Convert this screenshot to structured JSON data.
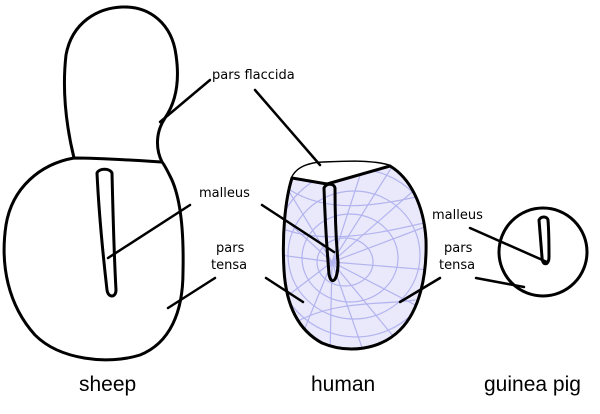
{
  "colors": {
    "outline": "#000000",
    "mesh": "#b3b3ef",
    "mesh_fill": "#e9e9fb",
    "background": "#ffffff"
  },
  "labels": {
    "pars_flaccida": "pars flaccida",
    "malleus_human": "malleus",
    "pars_tensa_human_1": "pars",
    "pars_tensa_human_2": "tensa",
    "malleus_guinea": "malleus",
    "pars_tensa_guinea_1": "pars",
    "pars_tensa_guinea_2": "tensa"
  },
  "captions": {
    "sheep": "sheep",
    "human": "human",
    "guinea_pig": "guinea pig"
  }
}
